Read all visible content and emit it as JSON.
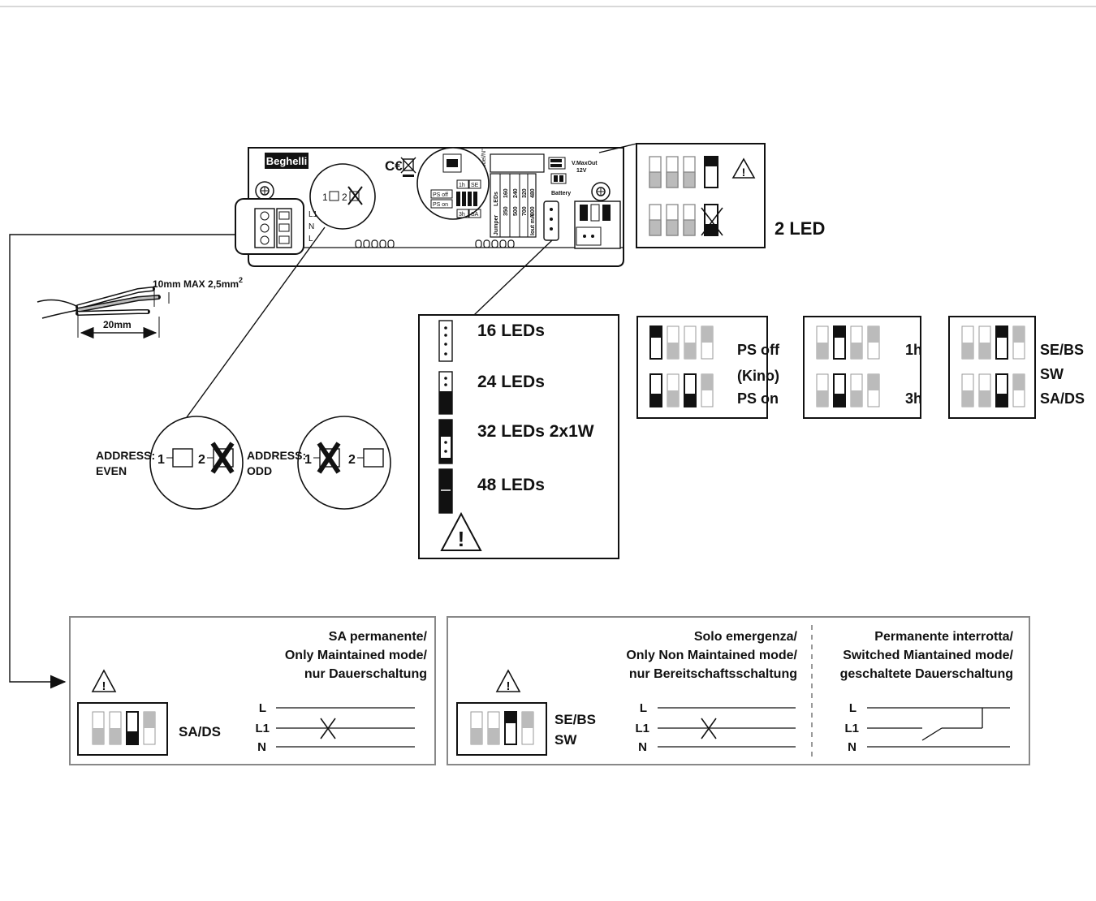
{
  "device": {
    "brand": "Beghelli",
    "ce_mark": "C€",
    "weee_mark": "WEEE",
    "model_label": "Model/N°:",
    "vmax_label": "V.MaxOut",
    "vmax_value": "12V",
    "battery_label": "Battery",
    "dip_labels": {
      "h1": "1h",
      "se": "SE",
      "ps_off": "PS off",
      "ps_on": "PS on",
      "h3": "3h",
      "sa": "SA"
    },
    "table_header": "Jumper",
    "table_leds": "LEDs",
    "table_out": "Iout mA",
    "table_rows": [
      {
        "leds": "16",
        "ma1": "160",
        "ma2": "350"
      },
      {
        "leds": "24",
        "ma1": "240",
        "ma2": "500"
      },
      {
        "leds": "32",
        "ma1": "320",
        "ma2": "700"
      },
      {
        "leds": "48",
        "ma1": "480",
        "ma2": "800"
      }
    ],
    "terminal_labels": [
      "L1",
      "N",
      "L"
    ],
    "address_mini": {
      "one": "1",
      "two": "2"
    }
  },
  "wire": {
    "strip_label": "10mm MAX 2,5mm",
    "strip_sup": "2",
    "length_label": "20mm"
  },
  "address": {
    "even_label_1": "ADDRESS:",
    "even_label_2": "EVEN",
    "odd_label_1": "ADDRESS:",
    "odd_label_2": "ODD",
    "one": "1",
    "two": "2"
  },
  "led_box": {
    "items": [
      "16 LEDs",
      "24 LEDs",
      "32 LEDs 2x1W",
      "48 LEDs"
    ]
  },
  "two_led": {
    "label": "2 LED"
  },
  "ps_box": {
    "line1": "PS off",
    "line2": "(Kino)",
    "line3": "PS on"
  },
  "hours_box": {
    "line1": "1h",
    "line2": "3h"
  },
  "mode_box": {
    "line1": "SE/BS",
    "line2": "SW",
    "line3": "SA/DS"
  },
  "sa_panel": {
    "title_lines": [
      "SA permanente/",
      "Only Maintained mode/",
      "nur Dauerschaltung"
    ],
    "label": "SA/DS",
    "wires": [
      "L",
      "L1",
      "N"
    ]
  },
  "se_panel": {
    "title_lines": [
      "Solo emergenza/",
      "Only Non Maintained mode/",
      "nur Bereitschaftsschaltung"
    ],
    "label_1": "SE/BS",
    "label_2": "SW",
    "wires": [
      "L",
      "L1",
      "N"
    ]
  },
  "switched_panel": {
    "title_lines": [
      "Permanente interrotta/",
      "Switched Miantained mode/",
      "geschaltete Dauerschaltung"
    ],
    "wires": [
      "L",
      "L1",
      "N"
    ]
  }
}
